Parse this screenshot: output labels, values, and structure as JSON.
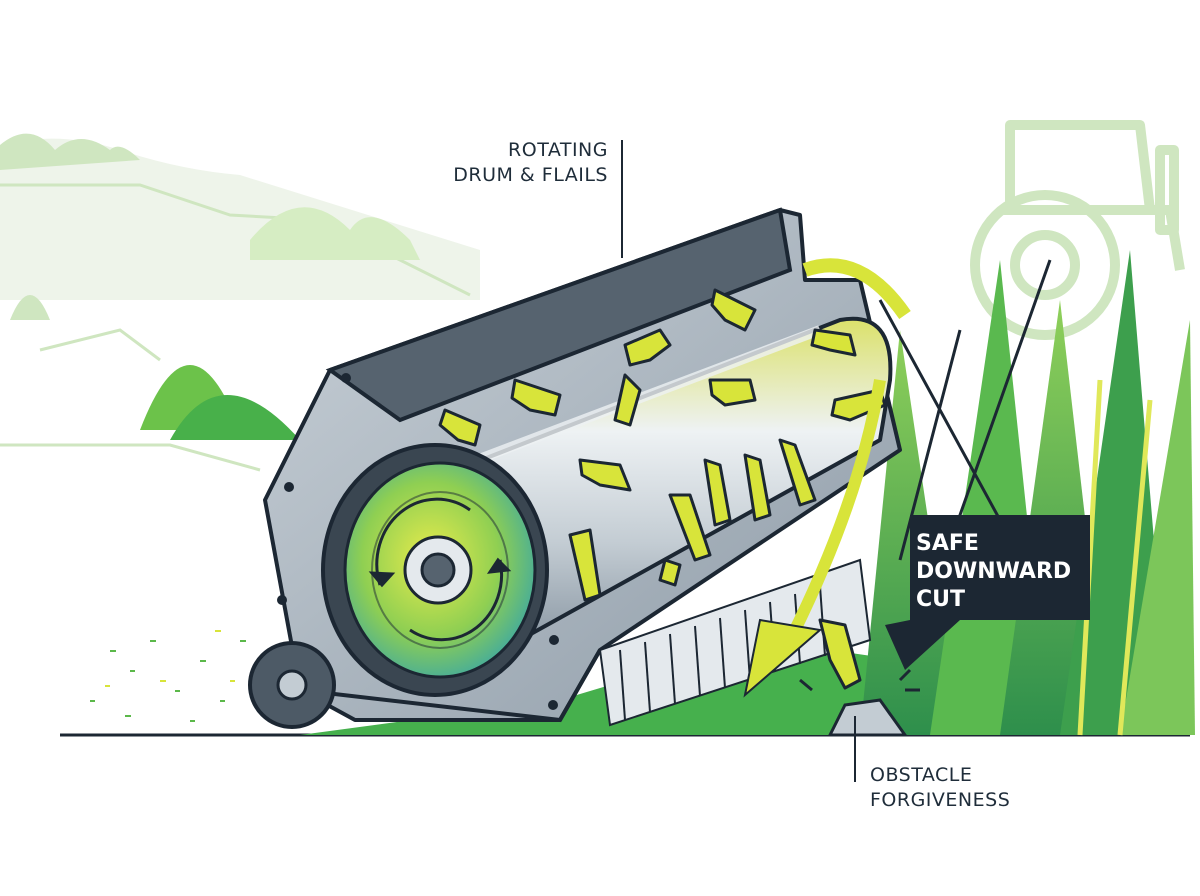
{
  "callouts": {
    "drum": {
      "line1": "ROTATING",
      "line2": "DRUM & FLAILS"
    },
    "cut": {
      "line1": "SAFE",
      "line2": "DOWNWARD",
      "line3": "CUT"
    },
    "obstacle": {
      "line1": "OBSTACLE",
      "line2": "FORGIVENESS"
    }
  },
  "colors": {
    "accent_green": "#5bb84a",
    "accent_lime": "#d8e43a",
    "teal": "#3fa9a0",
    "housing": "#9aa7b2",
    "dark_navy": "#1c2733",
    "pale_green": "#cfe6c0"
  },
  "icons": [
    "rotation-arrows-icon",
    "downward-arrow-icon",
    "tractor-silhouette"
  ]
}
